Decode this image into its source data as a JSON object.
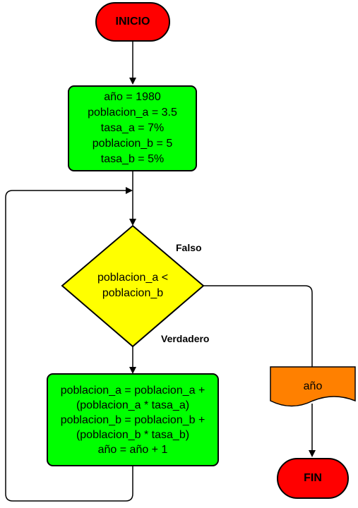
{
  "flowchart": {
    "start": "INICIO",
    "init_lines": [
      "año = 1980",
      "poblacion_a = 3.5",
      "tasa_a = 7%",
      "poblacion_b = 5",
      "tasa_b = 5%"
    ],
    "condition_lines": [
      "poblacion_a <",
      "poblacion_b"
    ],
    "label_false": "Falso",
    "label_true": "Verdadero",
    "loop_lines": [
      "poblacion_a = poblacion_a +",
      "(poblacion_a * tasa_a)",
      "poblacion_b = poblacion_b +",
      "(poblacion_b * tasa_b)",
      "año = año + 1"
    ],
    "output": "año",
    "end": "FIN"
  },
  "colors": {
    "terminal": "#ff0000",
    "process": "#00ff00",
    "decision": "#ffff00",
    "output": "#ff8000",
    "stroke": "#000000"
  }
}
